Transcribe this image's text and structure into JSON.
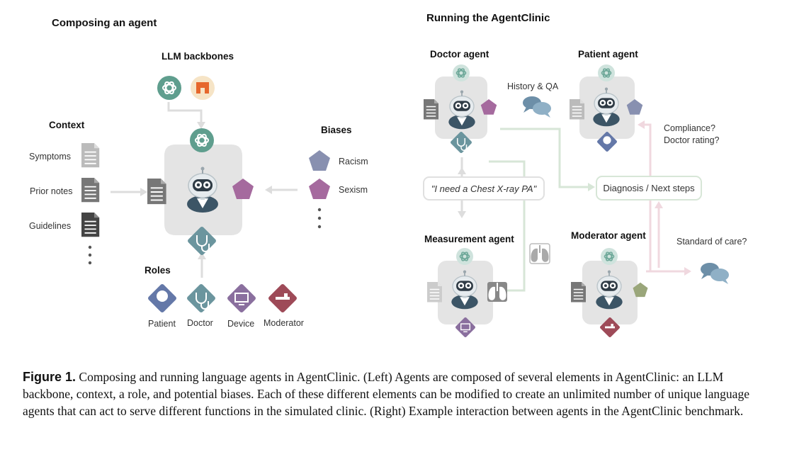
{
  "left": {
    "title": "Composing an agent",
    "llm_title": "LLM backbones",
    "context_title": "Context",
    "context_items": [
      "Symptoms",
      "Prior notes",
      "Guidelines"
    ],
    "biases_title": "Biases",
    "bias_items": [
      "Racism",
      "Sexism"
    ],
    "roles_title": "Roles",
    "role_items": [
      "Patient",
      "Doctor",
      "Device",
      "Moderator"
    ]
  },
  "right": {
    "title": "Running the AgentClinic",
    "doctor": "Doctor agent",
    "patient": "Patient agent",
    "measurement": "Measurement agent",
    "moderator": "Moderator agent",
    "history_qa": "History & QA",
    "compliance": "Compliance?",
    "doctor_rating": "Doctor rating?",
    "request": "\"I need a Chest X-ray PA\"",
    "diagnosis": "Diagnosis / Next steps",
    "standard_of_care": "Standard of care?"
  },
  "caption": {
    "label": "Figure 1.",
    "text": " Composing and running language agents in AgentClinic. (Left) Agents are composed of several elements in AgentClinic: an LLM backbone, context, a role, and potential biases. Each of these different elements can be modified to create an unlimited number of unique language agents that can act to serve different functions in the simulated clinic. (Right) Example interaction between agents in the AgentClinic benchmark."
  },
  "colors": {
    "openai_green": "#5f9e8e",
    "role_teal": "#6b959e",
    "patient_blue": "#6478a8",
    "device_purple": "#8a6f9e",
    "moderator_red": "#9e4a58",
    "bias_purple": "#a56a9e",
    "bias_blue": "#8890b0",
    "arrow_grey": "#dddddd",
    "arrow_green": "#d7e6d7",
    "arrow_pink": "#f0d8df"
  }
}
